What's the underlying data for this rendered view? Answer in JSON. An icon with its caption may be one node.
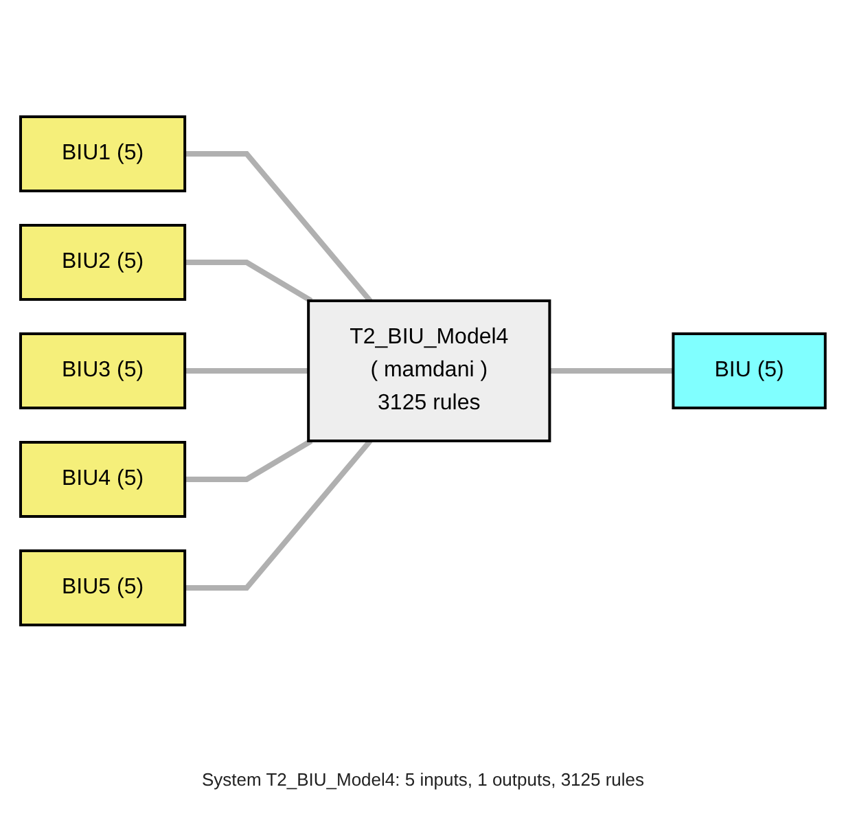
{
  "diagram": {
    "caption": "System T2_BIU_Model4: 5 inputs, 1 outputs, 3125 rules",
    "nodes": [
      {
        "text": [
          "BIU1 (5)"
        ]
      },
      {
        "text": [
          "BIU2 (5)"
        ]
      },
      {
        "text": [
          "BIU3 (5)"
        ]
      },
      {
        "text": [
          "BIU4 (5)"
        ]
      },
      {
        "text": [
          "BIU5 (5)"
        ]
      },
      {
        "text": [
          "T2_BIU_Model4",
          "( mamdani )",
          "3125 rules"
        ]
      },
      {
        "text": [
          "BIU (5)"
        ]
      }
    ],
    "edges": [
      {
        "from": 0,
        "to": 5,
        "arrow": "none"
      },
      {
        "from": 1,
        "to": 5,
        "arrow": "none"
      },
      {
        "from": 2,
        "to": 5,
        "arrow": "none"
      },
      {
        "from": 3,
        "to": 5,
        "arrow": "none"
      },
      {
        "from": 4,
        "to": 5,
        "arrow": "none"
      },
      {
        "from": 5,
        "to": 6,
        "arrow": "none"
      }
    ]
  }
}
